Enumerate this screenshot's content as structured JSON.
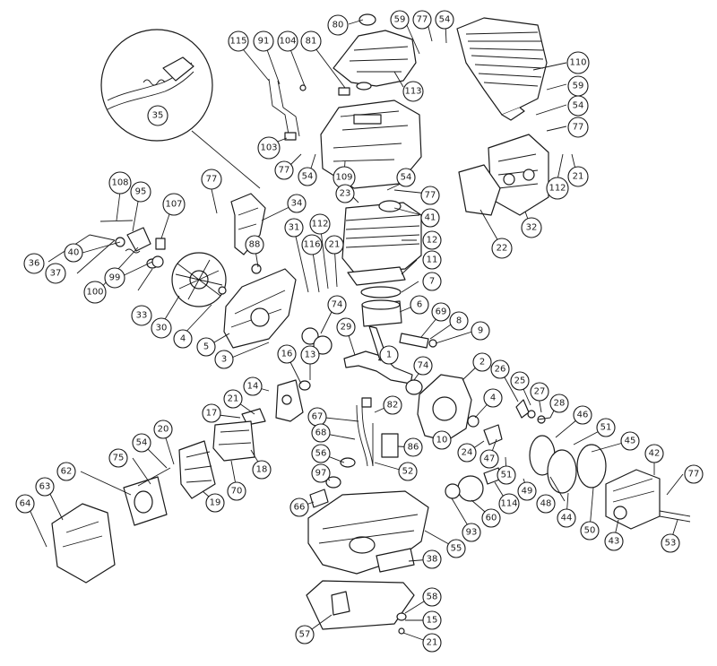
{
  "callouts": [
    {
      "id": "c80",
      "label": "80"
    },
    {
      "id": "c59a",
      "label": "59"
    },
    {
      "id": "c77a",
      "label": "77"
    },
    {
      "id": "c54a",
      "label": "54"
    },
    {
      "id": "c115",
      "label": "115"
    },
    {
      "id": "c91",
      "label": "91"
    },
    {
      "id": "c104",
      "label": "104"
    },
    {
      "id": "c81",
      "label": "81"
    },
    {
      "id": "c110",
      "label": "110"
    },
    {
      "id": "c113",
      "label": "113"
    },
    {
      "id": "c59b",
      "label": "59"
    },
    {
      "id": "c35",
      "label": "35"
    },
    {
      "id": "c54b",
      "label": "54"
    },
    {
      "id": "c77b",
      "label": "77"
    },
    {
      "id": "c103",
      "label": "103"
    },
    {
      "id": "c77c",
      "label": "77"
    },
    {
      "id": "c54c",
      "label": "54"
    },
    {
      "id": "c109",
      "label": "109"
    },
    {
      "id": "c21a",
      "label": "21"
    },
    {
      "id": "c112a",
      "label": "112"
    },
    {
      "id": "c108",
      "label": "108"
    },
    {
      "id": "c95",
      "label": "95"
    },
    {
      "id": "c77d",
      "label": "77"
    },
    {
      "id": "c54d",
      "label": "54"
    },
    {
      "id": "c77e",
      "label": "77"
    },
    {
      "id": "c23",
      "label": "23"
    },
    {
      "id": "c41",
      "label": "41"
    },
    {
      "id": "c107",
      "label": "107"
    },
    {
      "id": "c34",
      "label": "34"
    },
    {
      "id": "c32",
      "label": "32"
    },
    {
      "id": "c22",
      "label": "22"
    },
    {
      "id": "c36",
      "label": "36"
    },
    {
      "id": "c37",
      "label": "37"
    },
    {
      "id": "c40",
      "label": "40"
    },
    {
      "id": "c100",
      "label": "100"
    },
    {
      "id": "c99",
      "label": "99"
    },
    {
      "id": "c88",
      "label": "88"
    },
    {
      "id": "c31",
      "label": "31"
    },
    {
      "id": "c116",
      "label": "116"
    },
    {
      "id": "c112b",
      "label": "112"
    },
    {
      "id": "c21b",
      "label": "21"
    },
    {
      "id": "c12",
      "label": "12"
    },
    {
      "id": "c11",
      "label": "11"
    },
    {
      "id": "c7",
      "label": "7"
    },
    {
      "id": "c33",
      "label": "33"
    },
    {
      "id": "c30",
      "label": "30"
    },
    {
      "id": "c4a",
      "label": "4"
    },
    {
      "id": "c6",
      "label": "6"
    },
    {
      "id": "c74a",
      "label": "74"
    },
    {
      "id": "c69",
      "label": "69"
    },
    {
      "id": "c8",
      "label": "8"
    },
    {
      "id": "c9",
      "label": "9"
    },
    {
      "id": "c5",
      "label": "5"
    },
    {
      "id": "c3",
      "label": "3"
    },
    {
      "id": "c29",
      "label": "29"
    },
    {
      "id": "c13",
      "label": "13"
    },
    {
      "id": "c1",
      "label": "1"
    },
    {
      "id": "c16",
      "label": "16"
    },
    {
      "id": "c74b",
      "label": "74"
    },
    {
      "id": "c2",
      "label": "2"
    },
    {
      "id": "c26",
      "label": "26"
    },
    {
      "id": "c25",
      "label": "25"
    },
    {
      "id": "c27",
      "label": "27"
    },
    {
      "id": "c28",
      "label": "28"
    },
    {
      "id": "c14",
      "label": "14"
    },
    {
      "id": "c21c",
      "label": "21"
    },
    {
      "id": "c4b",
      "label": "4"
    },
    {
      "id": "c46",
      "label": "46"
    },
    {
      "id": "c82",
      "label": "82"
    },
    {
      "id": "c17",
      "label": "17"
    },
    {
      "id": "c67",
      "label": "67"
    },
    {
      "id": "c10",
      "label": "10"
    },
    {
      "id": "c24",
      "label": "24"
    },
    {
      "id": "c51a",
      "label": "51"
    },
    {
      "id": "c20",
      "label": "20"
    },
    {
      "id": "c68",
      "label": "68"
    },
    {
      "id": "c86",
      "label": "86"
    },
    {
      "id": "c45",
      "label": "45"
    },
    {
      "id": "c47",
      "label": "47"
    },
    {
      "id": "c54e",
      "label": "54"
    },
    {
      "id": "c18",
      "label": "18"
    },
    {
      "id": "c56",
      "label": "56"
    },
    {
      "id": "c51b",
      "label": "51"
    },
    {
      "id": "c42",
      "label": "42"
    },
    {
      "id": "c75",
      "label": "75"
    },
    {
      "id": "c70",
      "label": "70"
    },
    {
      "id": "c52",
      "label": "52"
    },
    {
      "id": "c49",
      "label": "49"
    },
    {
      "id": "c62",
      "label": "62"
    },
    {
      "id": "c97",
      "label": "97"
    },
    {
      "id": "c114",
      "label": "114"
    },
    {
      "id": "c48",
      "label": "48"
    },
    {
      "id": "c77f",
      "label": "77"
    },
    {
      "id": "c63",
      "label": "63"
    },
    {
      "id": "c19",
      "label": "19"
    },
    {
      "id": "c66",
      "label": "66"
    },
    {
      "id": "c60",
      "label": "60"
    },
    {
      "id": "c44",
      "label": "44"
    },
    {
      "id": "c64",
      "label": "64"
    },
    {
      "id": "c93",
      "label": "93"
    },
    {
      "id": "c50",
      "label": "50"
    },
    {
      "id": "c55",
      "label": "55"
    },
    {
      "id": "c43",
      "label": "43"
    },
    {
      "id": "c53",
      "label": "53"
    },
    {
      "id": "c38",
      "label": "38"
    },
    {
      "id": "c58",
      "label": "58"
    },
    {
      "id": "c15",
      "label": "15"
    },
    {
      "id": "c57",
      "label": "57"
    },
    {
      "id": "c21d",
      "label": "21"
    }
  ]
}
